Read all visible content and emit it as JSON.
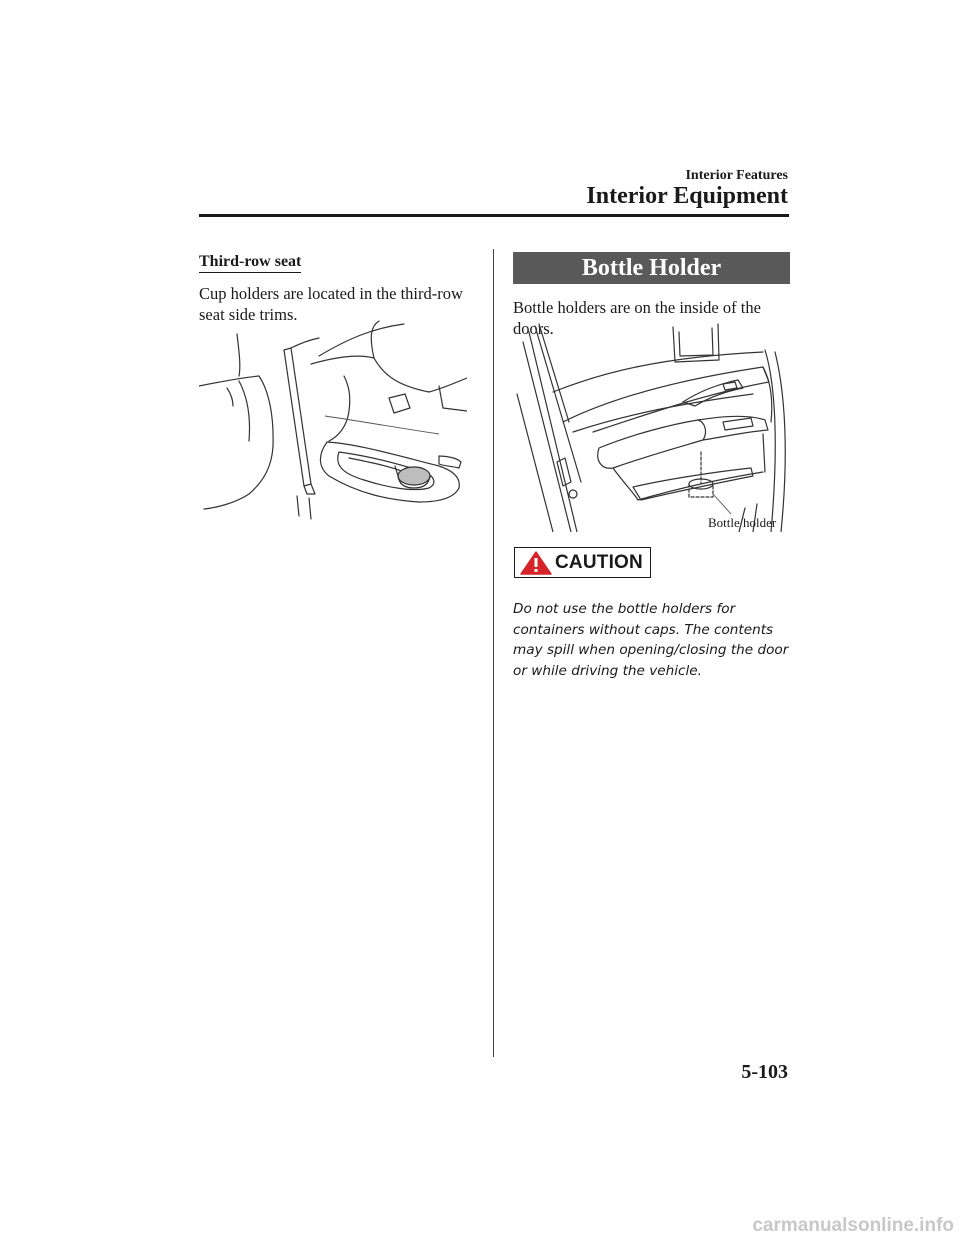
{
  "header": {
    "section": "Interior Features",
    "chapter": "Interior Equipment"
  },
  "left": {
    "subheading": "Third-row seat",
    "body": "Cup holders are located in the third-row seat side trims."
  },
  "right": {
    "section_title": "Bottle Holder",
    "body": "Bottle holders are on the inside of the doors.",
    "figure_label": "Bottle holder",
    "caution_label": "CAUTION",
    "caution_text": "Do not use the bottle holders for containers without caps. The contents may spill when opening/closing the door or while driving the vehicle."
  },
  "footer": {
    "page_number": "5-103"
  },
  "watermark": "carmanualsonline.info",
  "icons": {
    "caution": "warning-triangle-icon"
  },
  "colors": {
    "text": "#1a1a1a",
    "banner": "#595959",
    "warning_red": "#d6252a",
    "watermark": "#c8c8c8"
  }
}
